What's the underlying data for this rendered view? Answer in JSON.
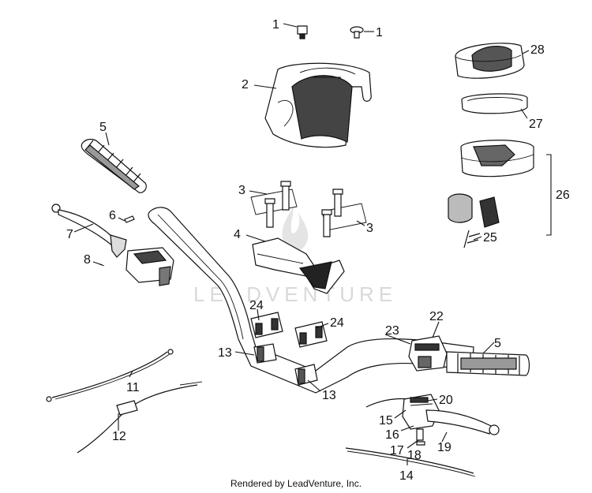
{
  "callouts": {
    "c1a": "1",
    "c1b": "1",
    "c2": "2",
    "c3a": "3",
    "c3b": "3",
    "c4": "4",
    "c5a": "5",
    "c5b": "5",
    "c6": "6",
    "c7": "7",
    "c8": "8",
    "c11": "11",
    "c12": "12",
    "c13a": "13",
    "c13b": "13",
    "c14": "14",
    "c15": "15",
    "c16": "16",
    "c17": "17",
    "c18": "18",
    "c19": "19",
    "c20": "20",
    "c22": "22",
    "c23": "23",
    "c24a": "24",
    "c24b": "24",
    "c25": "25",
    "c26": "26",
    "c27": "27",
    "c28": "28"
  },
  "watermark": "LEADVENTURE",
  "credit": "Rendered by LeadVenture, Inc."
}
